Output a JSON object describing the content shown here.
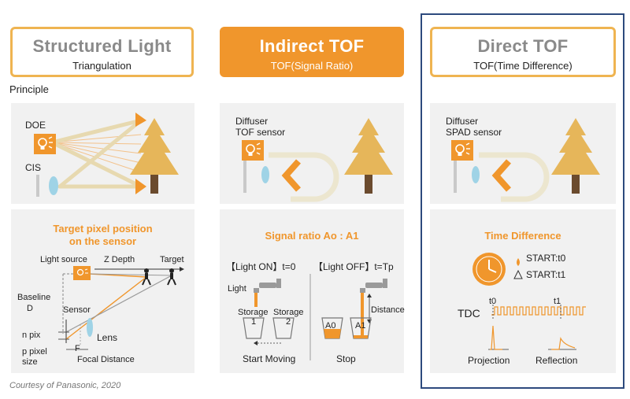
{
  "columns": {
    "structured": {
      "title": "Structured  Light",
      "subtitle": "Triangulation"
    },
    "indirect": {
      "title": "Indirect TOF",
      "subtitle": "TOF(Signal Ratio)"
    },
    "direct": {
      "title": "Direct TOF",
      "subtitle": "TOF(Time Difference)"
    }
  },
  "principle_label": "Principle",
  "structured_top": {
    "doe": "DOE",
    "cis": "CIS"
  },
  "indirect_top": {
    "diffuser": "Diffuser",
    "sensor": "TOF sensor"
  },
  "direct_top": {
    "diffuser": "Diffuser",
    "sensor": "SPAD sensor"
  },
  "structured_bottom": {
    "title_line1": "Target pixel position",
    "title_line2": "on the sensor",
    "light_source": "Light source",
    "z_depth": "Z Depth",
    "target": "Target",
    "baseline": "Baseline",
    "baseline_d": "D",
    "sensor": "Sensor",
    "lens": "Lens",
    "n_pix": "n pix",
    "p_pixel": "p pixel",
    "size": "size",
    "f": "F",
    "focal_distance": "Focal Distance"
  },
  "indirect_bottom": {
    "title": "Signal ratio Ao : A1",
    "light_on": "【Light ON】t=0",
    "light_off": "【Light OFF】t=Tp",
    "light": "Light",
    "storage1": "Storage",
    "storage1_num": "1",
    "storage2": "Storage",
    "storage2_num": "2",
    "a0": "A0",
    "a1": "A1",
    "distance": "Distance",
    "start_moving": "Start Moving",
    "stop": "Stop"
  },
  "direct_bottom": {
    "title": "Time Difference",
    "start_t0": "START:t0",
    "start_t1": "START:t1",
    "tdc": "TDC",
    "t0": "t0",
    "t1": "t1",
    "projection": "Projection",
    "reflection": "Reflection"
  },
  "credit": "Courtesy of Panasonic, 2020",
  "colors": {
    "accent": "#f0962c",
    "tree": "#e6b65a",
    "lens": "#9fd3e6",
    "panel": "#f1f1f1",
    "frame": "#2d4a7d"
  }
}
